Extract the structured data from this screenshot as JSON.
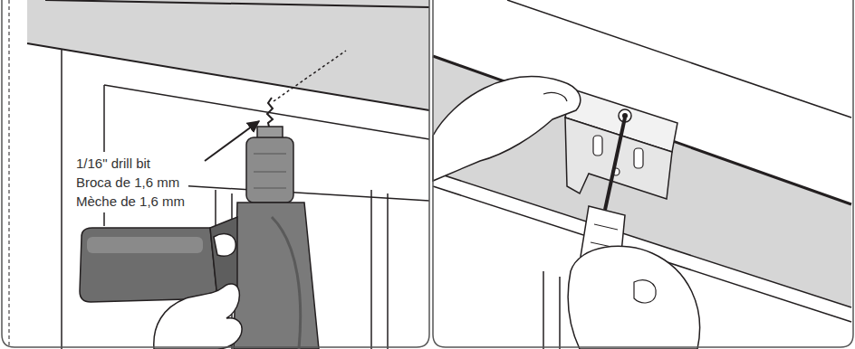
{
  "diagram": {
    "labels": [
      "1/16\" drill bit",
      "Broca de 1,6 mm",
      "Mèche de 1,6 mm"
    ]
  }
}
